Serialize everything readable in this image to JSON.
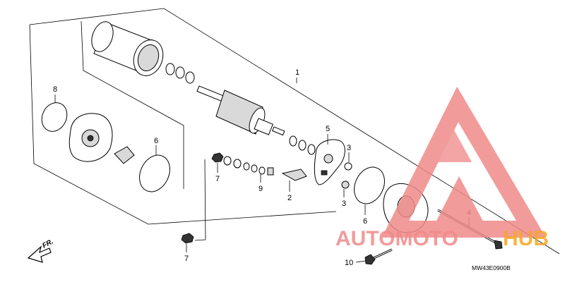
{
  "callouts": {
    "c1": "1",
    "c2": "2",
    "c3a": "3",
    "c3b": "3",
    "c4": "4",
    "c5": "5",
    "c6a": "6",
    "c6b": "6",
    "c7a": "7",
    "c7b": "7",
    "c8": "8",
    "c9": "9",
    "c10": "10"
  },
  "direction_label": "FR.",
  "reference_code": "MW43E0900B",
  "watermark": {
    "left": "AUTOMOTO",
    "right": "HUB",
    "color_primary": "#f08a8a",
    "color_accent": "#f5a623"
  }
}
